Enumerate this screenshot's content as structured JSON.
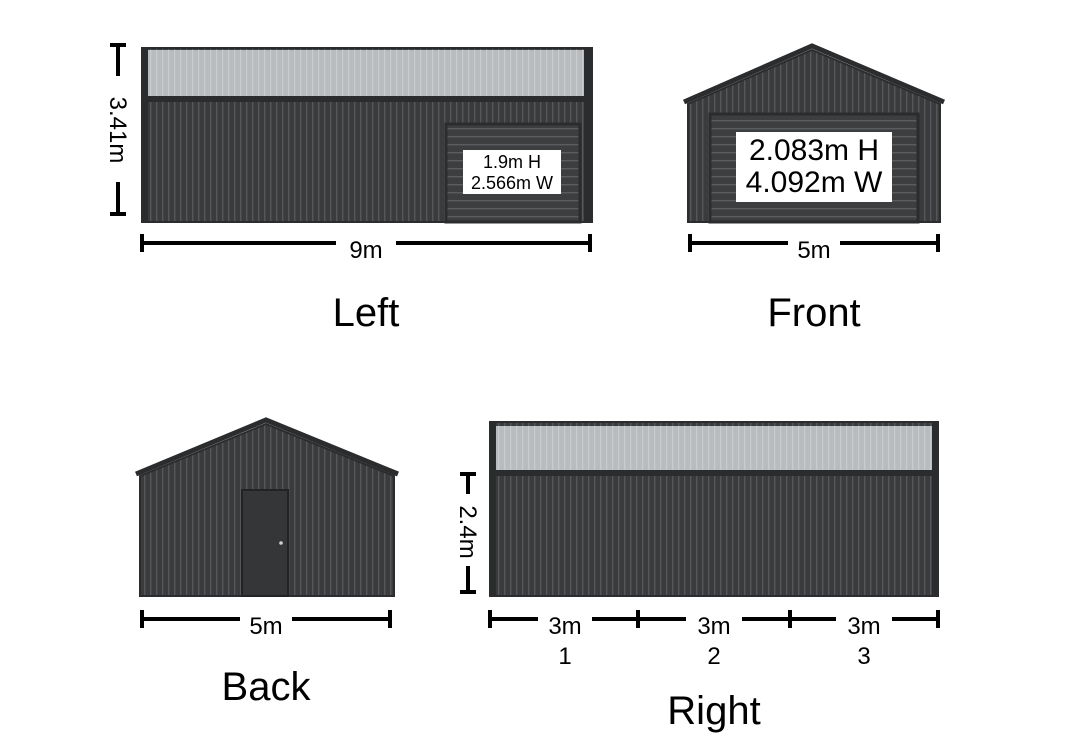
{
  "views": {
    "left": {
      "title": "Left",
      "length": "9m",
      "height": "3.41m",
      "door": {
        "height": "1.9m H",
        "width": "2.566m W"
      }
    },
    "front": {
      "title": "Front",
      "width": "5m",
      "door": {
        "height": "2.083m H",
        "width": "4.092m W"
      }
    },
    "back": {
      "title": "Back",
      "width": "5m"
    },
    "right": {
      "title": "Right",
      "height": "2.4m",
      "bays": [
        {
          "length": "3m",
          "number": "1"
        },
        {
          "length": "3m",
          "number": "2"
        },
        {
          "length": "3m",
          "number": "3"
        }
      ]
    }
  },
  "colors": {
    "cladding": "#3a3b3d",
    "trim": "#2b2c2e",
    "skylight": "#b9bcbe",
    "dimension_line": "#000000"
  }
}
